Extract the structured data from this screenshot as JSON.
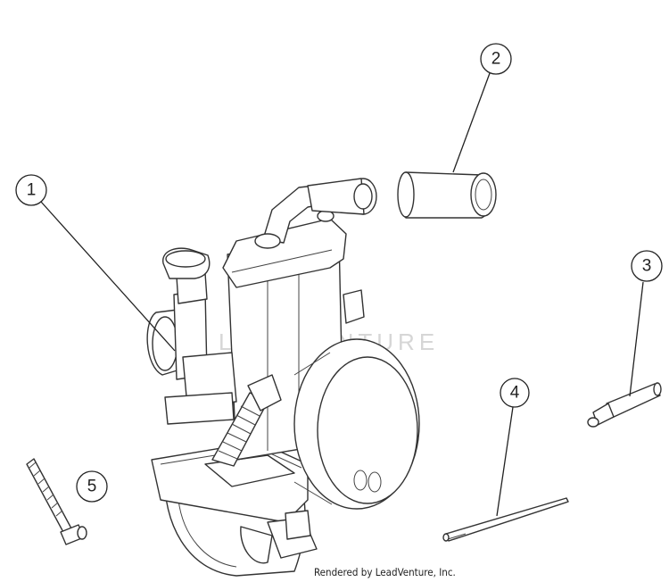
{
  "diagram": {
    "callouts": [
      {
        "number": "1",
        "part": "carburetor assembly"
      },
      {
        "number": "2",
        "part": "intake sleeve"
      },
      {
        "number": "3",
        "part": "jet"
      },
      {
        "number": "4",
        "part": "jet needle"
      },
      {
        "number": "5",
        "part": "screw"
      }
    ],
    "watermark": "LEADVENTURE",
    "footer": "Rendered by LeadVenture, Inc."
  }
}
